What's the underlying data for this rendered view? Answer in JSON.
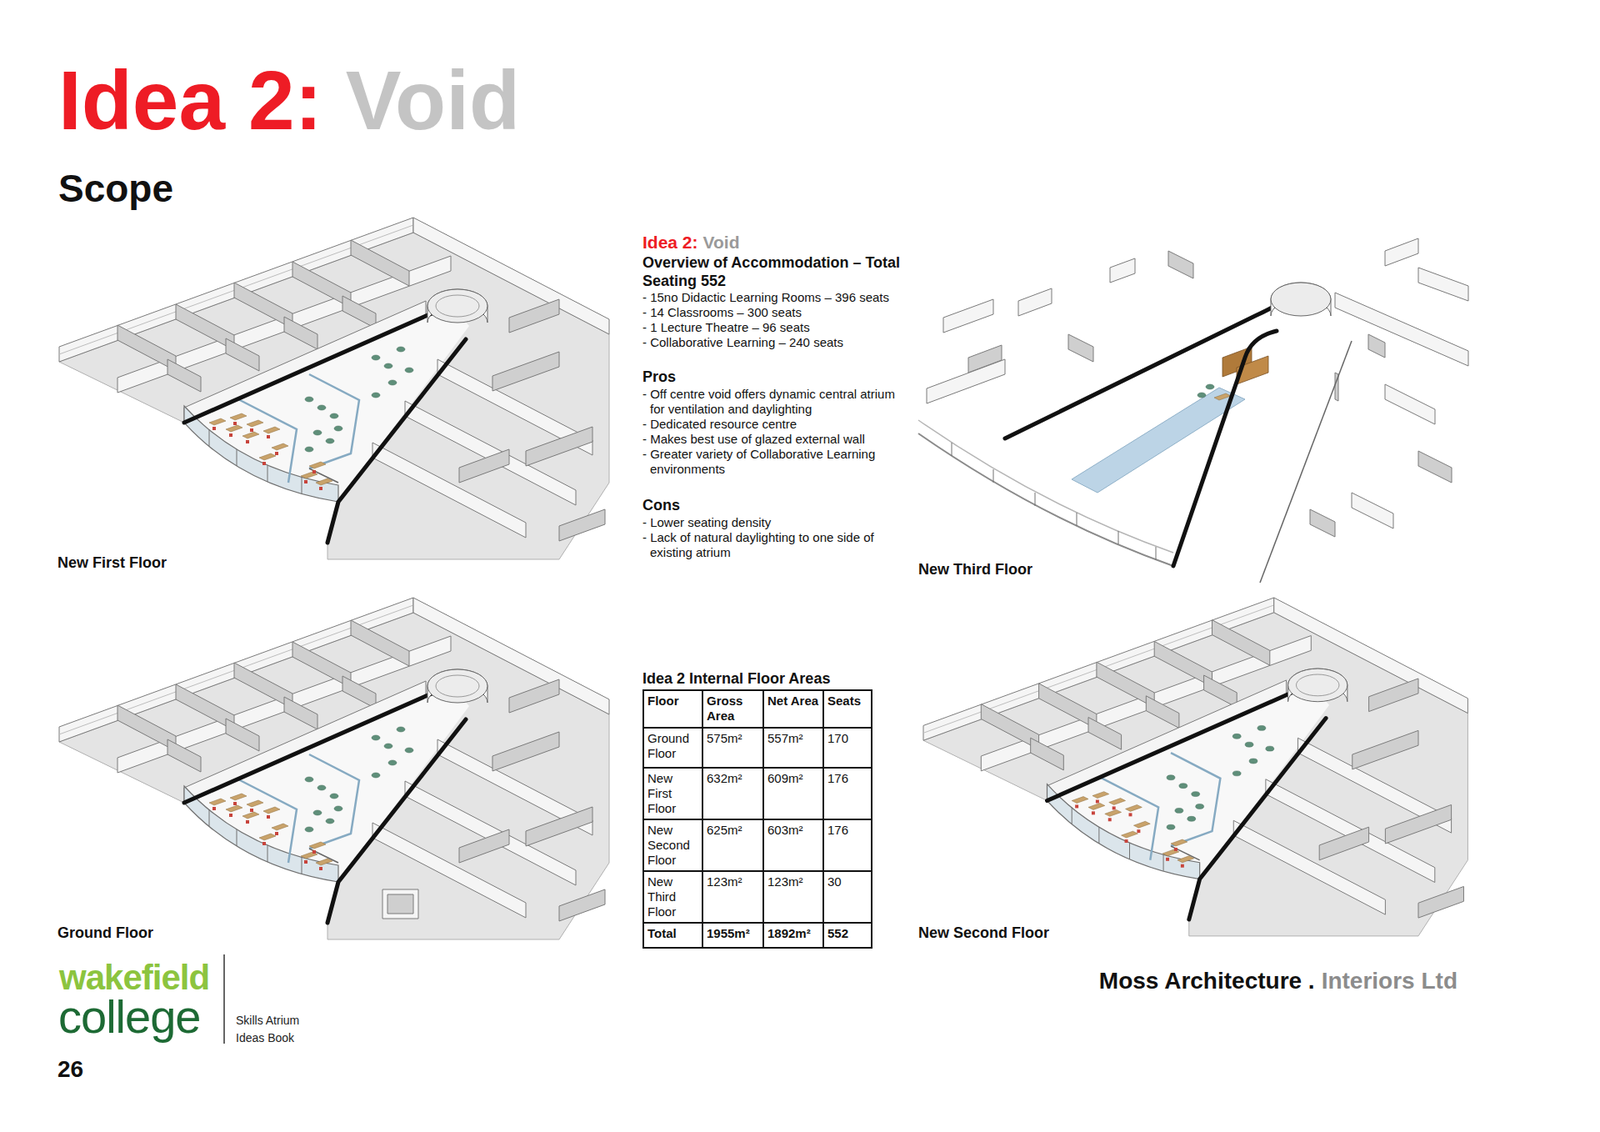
{
  "diagram": {
    "labels": [
      "Idea 2:",
      "Void",
      "Scope",
      "New First Floor",
      "Idea 2:",
      "Void",
      "Overview of Accommodation – Total Seating 552",
      "- 15no Didactic Learning Rooms – 396 seats",
      "- 14 Classrooms – 300 seats",
      "- 1 Lecture Theatre – 96 seats",
      "- Collaborative Learning – 240 seats",
      "Pros",
      "- Off centre void offers dynamic central atrium for ventilation and daylighting",
      "- Dedicated resource centre",
      "- Makes best use of glazed external wall",
      "- Greater variety of Collaborative Learning environments",
      "Cons",
      "- Lower seating density",
      "- Lack of natural daylighting to one side of existing atrium",
      "New Third Floor",
      "Idea 2 Internal Floor Areas",
      "Floor",
      "Gross Area",
      "Net Area",
      "Seats",
      "Ground Floor",
      "575m²",
      "557m²",
      "170",
      "New First Floor",
      "632m²",
      "609m²",
      "176",
      "New Second Floor",
      "625m²",
      "603m²",
      "176",
      "New Third Floor",
      "123m²",
      "123m²",
      "30",
      "Total",
      "1955m²",
      "1892m²",
      "552",
      "Ground Floor",
      "New Second Floor",
      "wakefield",
      "college",
      "Skills Atrium Ideas Book",
      "Moss Architecture .",
      "Interiors Ltd",
      "26"
    ]
  }
}
